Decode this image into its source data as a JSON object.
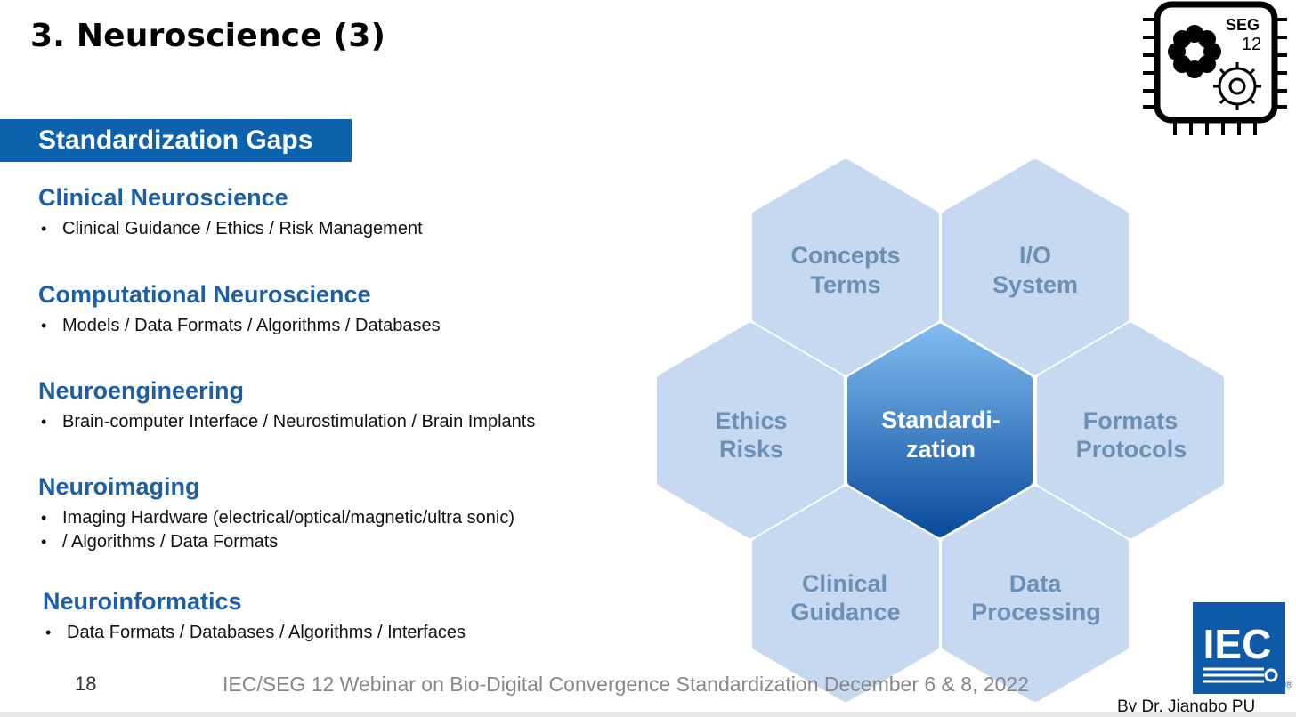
{
  "title": "3. Neuroscience (3)",
  "banner": "Standardization Gaps",
  "sections": [
    {
      "heading": "Clinical Neuroscience",
      "bullets": [
        "Clinical  Guidance / Ethics / Risk Management"
      ]
    },
    {
      "heading": "Computational Neuroscience",
      "bullets": [
        "Models  / Data Formats / Algorithms  / Databases"
      ]
    },
    {
      "heading": "Neuroengineering",
      "bullets": [
        "Brain-computer Interface / Neurostimulation / Brain Implants"
      ]
    },
    {
      "heading": "Neuroimaging",
      "bullets": [
        "Imaging Hardware (electrical/optical/magnetic/ultra sonic)",
        "/ Algorithms  / Data Formats"
      ]
    },
    {
      "heading": "Neuroinformatics",
      "bullets": [
        "Data Formats / Databases / Algorithms  / Interfaces"
      ]
    }
  ],
  "hexagons": {
    "center": [
      "Standardi-",
      "zation"
    ],
    "top_left": [
      "Concepts",
      "Terms"
    ],
    "top_right": [
      "I/O",
      "System"
    ],
    "left": [
      "Ethics",
      "Risks"
    ],
    "right": [
      "Formats",
      "Protocols"
    ],
    "bottom_left": [
      "Clinical",
      "Guidance"
    ],
    "bottom_right": [
      "Data",
      "Processing"
    ]
  },
  "colors": {
    "outer_hex_fill": "#c6d9f1",
    "outer_hex_text": "#6b8fb5",
    "center_hex_top": "#7fbaf0",
    "center_hex_bottom": "#0a4d9c",
    "banner_bg": "#0d62ad",
    "heading": "#1c5fa8"
  },
  "logos": {
    "seg_line1": "SEG",
    "seg_line2": "12",
    "iec": "IEC",
    "registered": "®"
  },
  "footer": {
    "page_number": "18",
    "text": "IEC/SEG 12 Webinar on Bio-Digital Convergence Standardization December 6 & 8, 2022",
    "byline": "By Dr. Jiangbo  PU"
  }
}
